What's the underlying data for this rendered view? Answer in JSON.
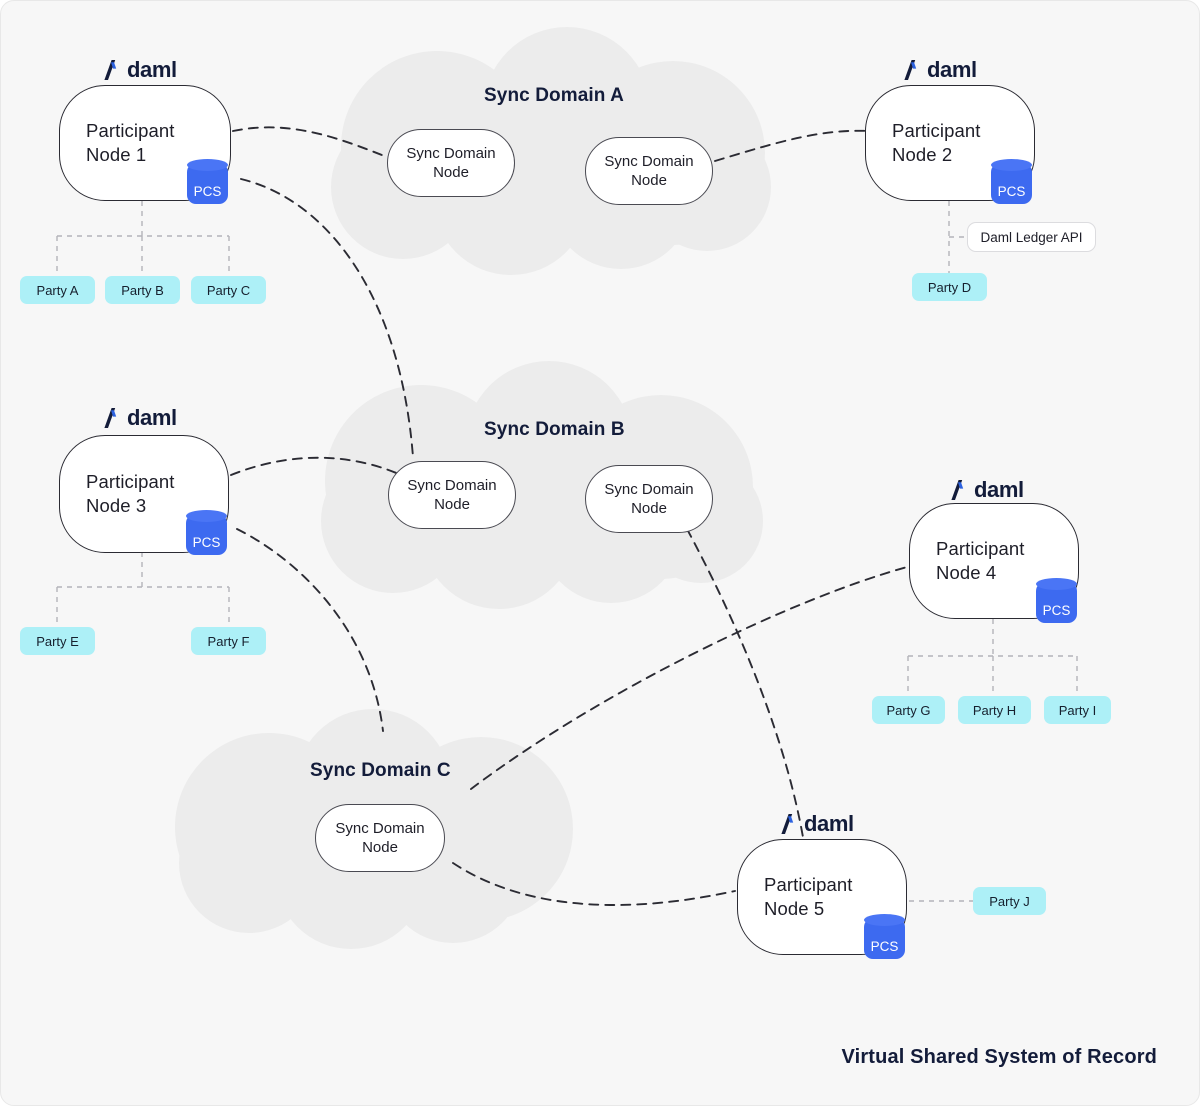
{
  "diagram": {
    "footer_title": "Virtual Shared System of Record",
    "brand_label": "daml",
    "brand_color": "#131c3a",
    "background_color": "#f7f7f7",
    "cloud_color": "#ececec",
    "party_color": "#adf0f7",
    "pcs_color": "#3d6af0"
  },
  "participants": [
    {
      "id": "pn1",
      "label": "Participant\nNode 1",
      "brand": "daml",
      "pcs": "PCS"
    },
    {
      "id": "pn2",
      "label": "Participant\nNode 2",
      "brand": "daml",
      "pcs": "PCS"
    },
    {
      "id": "pn3",
      "label": "Participant\nNode 3",
      "brand": "daml",
      "pcs": "PCS"
    },
    {
      "id": "pn4",
      "label": "Participant\nNode 4",
      "brand": "daml",
      "pcs": "PCS"
    },
    {
      "id": "pn5",
      "label": "Participant\nNode 5",
      "brand": "daml",
      "pcs": "PCS"
    }
  ],
  "sync_domains": [
    {
      "id": "sda",
      "label": "Sync Domain A",
      "nodes": [
        "Sync Domain\nNode",
        "Sync Domain\nNode"
      ]
    },
    {
      "id": "sdb",
      "label": "Sync Domain B",
      "nodes": [
        "Sync Domain\nNode",
        "Sync Domain\nNode"
      ]
    },
    {
      "id": "sdc",
      "label": "Sync Domain C",
      "nodes": [
        "Sync Domain\nNode"
      ]
    }
  ],
  "sync_nodes": {
    "a1": "Sync Domain\nNode",
    "a2": "Sync Domain\nNode",
    "b1": "Sync Domain\nNode",
    "b2": "Sync Domain\nNode",
    "c1": "Sync Domain\nNode"
  },
  "parties": [
    {
      "id": "a",
      "label": "Party A",
      "participant": "pn1"
    },
    {
      "id": "b",
      "label": "Party B",
      "participant": "pn1"
    },
    {
      "id": "c",
      "label": "Party C",
      "participant": "pn1"
    },
    {
      "id": "d",
      "label": "Party D",
      "participant": "pn2"
    },
    {
      "id": "e",
      "label": "Party E",
      "participant": "pn3"
    },
    {
      "id": "f",
      "label": "Party F",
      "participant": "pn3"
    },
    {
      "id": "g",
      "label": "Party G",
      "participant": "pn4"
    },
    {
      "id": "h",
      "label": "Party H",
      "participant": "pn4"
    },
    {
      "id": "i",
      "label": "Party I",
      "participant": "pn4"
    },
    {
      "id": "j",
      "label": "Party J",
      "participant": "pn5"
    }
  ],
  "api_label": "Daml Ledger API"
}
